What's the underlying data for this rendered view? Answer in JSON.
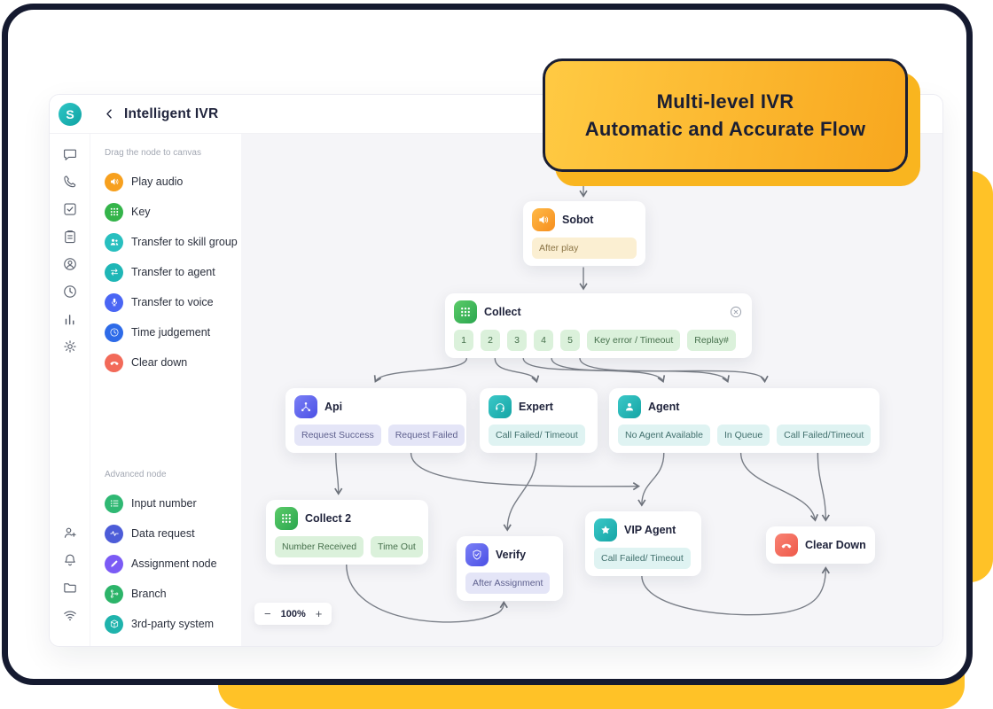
{
  "callout": {
    "line1": "Multi-level IVR",
    "line2": "Automatic and Accurate Flow"
  },
  "header": {
    "logo": "S",
    "title": "Intelligent IVR"
  },
  "rail": {
    "top_icons": [
      "chat",
      "phone",
      "check-square",
      "clipboard",
      "agent",
      "clock",
      "bar-chart",
      "settings"
    ],
    "bottom_icons": [
      "person-plus",
      "bell",
      "folder",
      "wifi"
    ]
  },
  "palette": {
    "drag_label": "Drag the node to canvas",
    "basic": [
      {
        "label": "Play audio",
        "icon": "speaker",
        "color": "#F7A01E"
      },
      {
        "label": "Key",
        "icon": "keypad",
        "color": "#34B44A"
      },
      {
        "label": "Transfer to skill group",
        "icon": "people",
        "color": "#28BFBF"
      },
      {
        "label": "Transfer to agent",
        "icon": "swap",
        "color": "#1FB6B6"
      },
      {
        "label": "Transfer to voice",
        "icon": "mic",
        "color": "#4A66F4"
      },
      {
        "label": "Time judgement",
        "icon": "clock",
        "color": "#2E6BE8"
      },
      {
        "label": "Clear down",
        "icon": "phone-down",
        "color": "#F26A59"
      }
    ],
    "advanced_label": "Advanced node",
    "advanced": [
      {
        "label": "Input number",
        "icon": "list",
        "color": "#2FB873"
      },
      {
        "label": "Data request",
        "icon": "wave",
        "color": "#4C5CD8"
      },
      {
        "label": "Assignment node",
        "icon": "pen",
        "color": "#7B5BF5"
      },
      {
        "label": "Branch",
        "icon": "branch",
        "color": "#2CB469"
      },
      {
        "label": "3rd-party system",
        "icon": "box",
        "color": "#1FB3AC"
      }
    ]
  },
  "canvas": {
    "zoom": {
      "minus": "−",
      "level": "100%",
      "plus": "+"
    },
    "nodes": [
      {
        "id": "sobot",
        "title": "Sobot",
        "icon": "speaker",
        "color": "orange",
        "tags": [
          {
            "text": "After play",
            "style": "cream"
          }
        ]
      },
      {
        "id": "collect",
        "title": "Collect",
        "icon": "keypad",
        "color": "green",
        "closable": true,
        "tags": [
          {
            "text": "1",
            "style": "green"
          },
          {
            "text": "2",
            "style": "green"
          },
          {
            "text": "3",
            "style": "green"
          },
          {
            "text": "4",
            "style": "green"
          },
          {
            "text": "5",
            "style": "green"
          },
          {
            "text": "Key error / Timeout",
            "style": "green"
          },
          {
            "text": "Replay#",
            "style": "green"
          }
        ]
      },
      {
        "id": "api",
        "title": "Api",
        "icon": "network",
        "color": "indigo",
        "tags": [
          {
            "text": "Request Success",
            "style": "lavender"
          },
          {
            "text": "Request Failed",
            "style": "lavender"
          }
        ]
      },
      {
        "id": "expert",
        "title": "Expert",
        "icon": "headset",
        "color": "teal",
        "tags": [
          {
            "text": "Call Failed/ Timeout",
            "style": "cyan"
          }
        ]
      },
      {
        "id": "agent",
        "title": "Agent",
        "icon": "person",
        "color": "teal",
        "tags": [
          {
            "text": "No Agent Available",
            "style": "cyan"
          },
          {
            "text": "In Queue",
            "style": "cyan"
          },
          {
            "text": "Call Failed/Timeout",
            "style": "cyan"
          }
        ]
      },
      {
        "id": "collect2",
        "title": "Collect 2",
        "icon": "keypad",
        "color": "green",
        "tags": [
          {
            "text": "Number Received",
            "style": "green"
          },
          {
            "text": "Time Out",
            "style": "green"
          }
        ]
      },
      {
        "id": "verify",
        "title": "Verify",
        "icon": "shield",
        "color": "indigo",
        "tags": [
          {
            "text": "After Assignment",
            "style": "lavender"
          }
        ]
      },
      {
        "id": "vip",
        "title": "VIP Agent",
        "icon": "star",
        "color": "teal",
        "tags": [
          {
            "text": "Call Failed/ Timeout",
            "style": "cyan"
          }
        ]
      },
      {
        "id": "cleardown",
        "title": "Clear Down",
        "icon": "phone-down",
        "color": "red",
        "tags": []
      }
    ]
  },
  "colors": {
    "accent_yellow": "#FFC227",
    "frame_navy": "#151A30",
    "brand_teal": "#1FB6B6",
    "canvas_bg": "#F5F5F8",
    "tag_green_bg": "#DBF1DB",
    "tag_cream_bg": "#FBEFD2",
    "tag_lavender_bg": "#E4E5F7",
    "tag_cyan_bg": "#DFF3F2"
  }
}
